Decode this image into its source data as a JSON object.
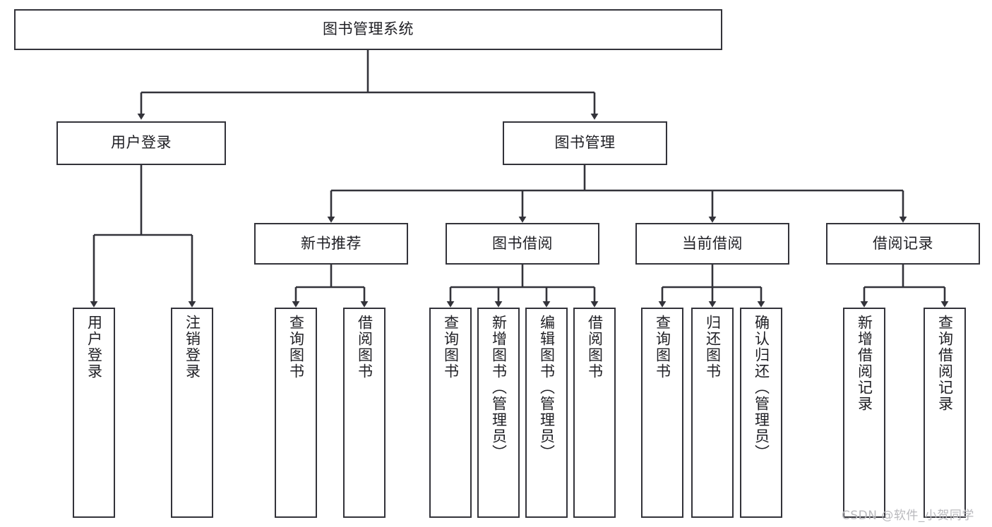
{
  "diagram": {
    "title": "图书管理系统",
    "type": "tree",
    "root": {
      "id": "root",
      "label": "图书管理系统",
      "orientation": "horizontal"
    },
    "level2": [
      {
        "id": "user-login",
        "label": "用户登录",
        "orientation": "horizontal"
      },
      {
        "id": "book-manage",
        "label": "图书管理",
        "orientation": "horizontal"
      }
    ],
    "level3": [
      {
        "id": "new-book-recommend",
        "label": "新书推荐",
        "orientation": "horizontal",
        "parent": "book-manage"
      },
      {
        "id": "book-borrow",
        "label": "图书借阅",
        "orientation": "horizontal",
        "parent": "book-manage"
      },
      {
        "id": "current-borrow",
        "label": "当前借阅",
        "orientation": "horizontal",
        "parent": "book-manage"
      },
      {
        "id": "borrow-record",
        "label": "借阅记录",
        "orientation": "horizontal",
        "parent": "book-manage"
      }
    ],
    "leaves": [
      {
        "id": "leaf-user-login",
        "label": "用户登录",
        "orientation": "vertical",
        "parent": "user-login"
      },
      {
        "id": "leaf-user-logout",
        "label": "注销登录",
        "orientation": "vertical",
        "parent": "user-login"
      },
      {
        "id": "leaf-query-book-1",
        "label": "查询图书",
        "orientation": "vertical",
        "parent": "new-book-recommend"
      },
      {
        "id": "leaf-borrow-book-1",
        "label": "借阅图书",
        "orientation": "vertical",
        "parent": "new-book-recommend"
      },
      {
        "id": "leaf-query-book-2",
        "label": "查询图书",
        "orientation": "vertical",
        "parent": "book-borrow"
      },
      {
        "id": "leaf-add-book",
        "label": "新增图书（管理员）",
        "orientation": "vertical",
        "parent": "book-borrow"
      },
      {
        "id": "leaf-edit-book",
        "label": "编辑图书（管理员）",
        "orientation": "vertical",
        "parent": "book-borrow"
      },
      {
        "id": "leaf-borrow-book-2",
        "label": "借阅图书",
        "orientation": "vertical",
        "parent": "book-borrow"
      },
      {
        "id": "leaf-query-book-3",
        "label": "查询图书",
        "orientation": "vertical",
        "parent": "current-borrow"
      },
      {
        "id": "leaf-return-book",
        "label": "归还图书",
        "orientation": "vertical",
        "parent": "current-borrow"
      },
      {
        "id": "leaf-confirm-return",
        "label": "确认归还（管理员）",
        "orientation": "vertical",
        "parent": "current-borrow"
      },
      {
        "id": "leaf-add-record",
        "label": "新增借阅记录",
        "orientation": "vertical",
        "parent": "borrow-record"
      },
      {
        "id": "leaf-query-record",
        "label": "查询借阅记录",
        "orientation": "vertical",
        "parent": "borrow-record"
      }
    ],
    "colors": {
      "stroke": "#33333a",
      "background": "#ffffff",
      "text": "#1f1f24",
      "watermark": "#b9b9bd"
    }
  },
  "watermark": {
    "text": "CSDN @软件_小贺同学"
  }
}
